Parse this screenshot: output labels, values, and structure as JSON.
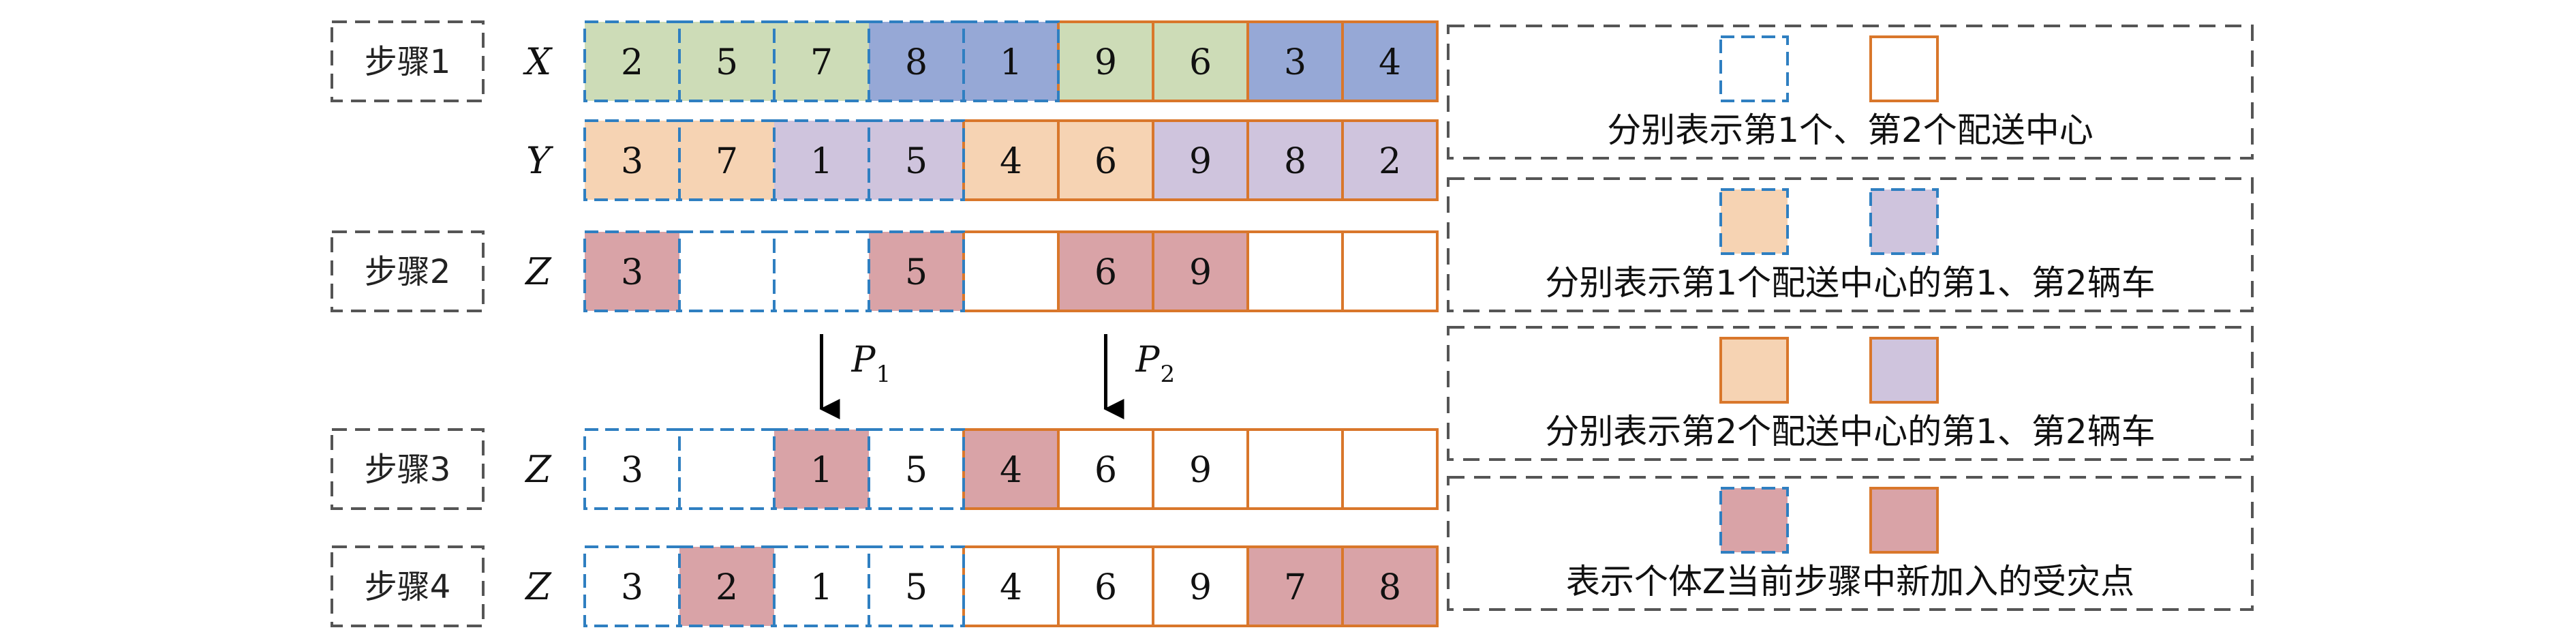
{
  "colors": {
    "blue_border": "#2f7fc1",
    "orange_border": "#d9772b",
    "green_fill": "#cddcb7",
    "blue_fill": "#96a8d6",
    "peach_fill": "#f6d3b3",
    "lavender_fill": "#cfc4dd",
    "rose_fill": "#d9a3a7",
    "white_fill": "#ffffff",
    "box_border": "#555555"
  },
  "steps": [
    {
      "label": "步骤1",
      "row": 0
    },
    {
      "label": "步骤2",
      "row": 2
    },
    {
      "label": "步骤3",
      "row": 3
    },
    {
      "label": "步骤4",
      "row": 4
    }
  ],
  "rows": [
    {
      "label": "X",
      "cells": [
        {
          "value": "2",
          "fill": "green",
          "border": "blue"
        },
        {
          "value": "5",
          "fill": "green",
          "border": "blue"
        },
        {
          "value": "7",
          "fill": "green",
          "border": "blue"
        },
        {
          "value": "8",
          "fill": "blue",
          "border": "blue"
        },
        {
          "value": "1",
          "fill": "blue",
          "border": "blue"
        },
        {
          "value": "9",
          "fill": "green",
          "border": "orange"
        },
        {
          "value": "6",
          "fill": "green",
          "border": "orange"
        },
        {
          "value": "3",
          "fill": "blue",
          "border": "orange"
        },
        {
          "value": "4",
          "fill": "blue",
          "border": "orange"
        }
      ]
    },
    {
      "label": "Y",
      "cells": [
        {
          "value": "3",
          "fill": "peach",
          "border": "blue"
        },
        {
          "value": "7",
          "fill": "peach",
          "border": "blue"
        },
        {
          "value": "1",
          "fill": "lavender",
          "border": "blue"
        },
        {
          "value": "5",
          "fill": "lavender",
          "border": "blue"
        },
        {
          "value": "4",
          "fill": "peach",
          "border": "orange"
        },
        {
          "value": "6",
          "fill": "peach",
          "border": "orange"
        },
        {
          "value": "9",
          "fill": "lavender",
          "border": "orange"
        },
        {
          "value": "8",
          "fill": "lavender",
          "border": "orange"
        },
        {
          "value": "2",
          "fill": "lavender",
          "border": "orange"
        }
      ]
    },
    {
      "label": "Z",
      "cells": [
        {
          "value": "3",
          "fill": "rose",
          "border": "blue"
        },
        {
          "value": "",
          "fill": "white",
          "border": "blue"
        },
        {
          "value": "",
          "fill": "white",
          "border": "blue"
        },
        {
          "value": "5",
          "fill": "rose",
          "border": "blue"
        },
        {
          "value": "",
          "fill": "white",
          "border": "orange"
        },
        {
          "value": "6",
          "fill": "rose",
          "border": "orange"
        },
        {
          "value": "9",
          "fill": "rose",
          "border": "orange"
        },
        {
          "value": "",
          "fill": "white",
          "border": "orange"
        },
        {
          "value": "",
          "fill": "white",
          "border": "orange"
        }
      ]
    },
    {
      "label": "Z",
      "cells": [
        {
          "value": "3",
          "fill": "white",
          "border": "blue"
        },
        {
          "value": "",
          "fill": "white",
          "border": "blue"
        },
        {
          "value": "1",
          "fill": "rose",
          "border": "blue"
        },
        {
          "value": "5",
          "fill": "white",
          "border": "blue"
        },
        {
          "value": "4",
          "fill": "rose",
          "border": "orange"
        },
        {
          "value": "6",
          "fill": "white",
          "border": "orange"
        },
        {
          "value": "9",
          "fill": "white",
          "border": "orange"
        },
        {
          "value": "",
          "fill": "white",
          "border": "orange"
        },
        {
          "value": "",
          "fill": "white",
          "border": "orange"
        }
      ]
    },
    {
      "label": "Z",
      "cells": [
        {
          "value": "3",
          "fill": "white",
          "border": "blue"
        },
        {
          "value": "2",
          "fill": "rose",
          "border": "blue"
        },
        {
          "value": "1",
          "fill": "white",
          "border": "blue"
        },
        {
          "value": "5",
          "fill": "white",
          "border": "blue"
        },
        {
          "value": "4",
          "fill": "white",
          "border": "orange"
        },
        {
          "value": "6",
          "fill": "white",
          "border": "orange"
        },
        {
          "value": "9",
          "fill": "white",
          "border": "orange"
        },
        {
          "value": "7",
          "fill": "rose",
          "border": "orange"
        },
        {
          "value": "8",
          "fill": "rose",
          "border": "orange"
        }
      ]
    }
  ],
  "arrows": [
    {
      "label": "P",
      "sub": "1",
      "cell": 2
    },
    {
      "label": "P",
      "sub": "2",
      "cell": 5
    }
  ],
  "legend": [
    {
      "text": "分别表示第1个、第2个配送中心",
      "swatches": [
        {
          "fill": "white",
          "border": "blue"
        },
        {
          "fill": "white",
          "border": "orange"
        }
      ]
    },
    {
      "text": "分别表示第1个配送中心的第1、第2辆车",
      "swatches": [
        {
          "fill": "peach",
          "border": "blue"
        },
        {
          "fill": "lavender",
          "border": "blue"
        }
      ]
    },
    {
      "text": "分别表示第2个配送中心的第1、第2辆车",
      "swatches": [
        {
          "fill": "peach",
          "border": "orange"
        },
        {
          "fill": "lavender",
          "border": "orange"
        }
      ]
    },
    {
      "text": "表示个体Z当前步骤中新加入的受灾点",
      "swatches": [
        {
          "fill": "rose",
          "border": "blue"
        },
        {
          "fill": "rose",
          "border": "orange"
        }
      ]
    }
  ]
}
